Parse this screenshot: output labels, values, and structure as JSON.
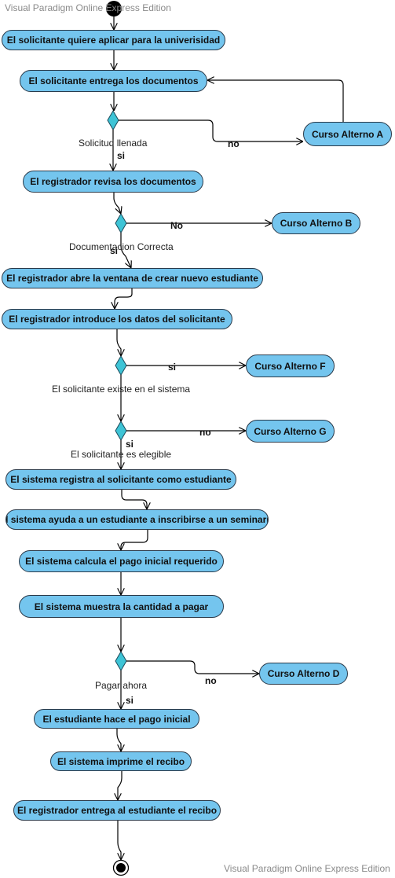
{
  "watermark": "Visual Paradigm Online Express Edition",
  "activities": {
    "a1": "El solicitante quiere aplicar para la univerisidad",
    "a2": "El solicitante entrega los documentos",
    "a3": "El registrador revisa los documentos",
    "a4": "El registrador abre la ventana de crear nuevo estudiante",
    "a5": "El registrador introduce los datos del solicitante",
    "a6": "El sistema registra al solicitante como estudiante",
    "a7": "El sistema ayuda a un estudiante a inscribirse a un seminario",
    "a8": "El sistema calcula el pago inicial requerido",
    "a9": "El sistema muestra la cantidad a pagar",
    "a10": "El estudiante hace el pago inicial",
    "a11": "El sistema imprime el recibo",
    "a12": "El registrador entrega al estudiante el recibo"
  },
  "alternates": {
    "ca": "Curso Alterno A",
    "cb": "Curso Alterno B",
    "cf": "Curso Alterno F",
    "cg": "Curso Alterno G",
    "cd": "Curso Alterno D"
  },
  "decision_labels": {
    "d1": "Solicitud llenada",
    "d2": "Documentacion Correcta",
    "d3": "El solicitante existe en el sistema",
    "d4": "El solicitante es elegible",
    "d5": "Pagar ahora"
  },
  "guards": {
    "d1_yes": "si",
    "d1_no": "no",
    "d2_yes": "si",
    "d2_no": "No",
    "d3_yes": "si",
    "d4_yes": "si",
    "d4_no": "no",
    "d5_yes": "si",
    "d5_no": "no"
  },
  "colors": {
    "activity_fill": "#74c5ee",
    "activity_border": "#2a3a4a",
    "decision_fill": "#3ec4d6",
    "line": "#000000"
  }
}
